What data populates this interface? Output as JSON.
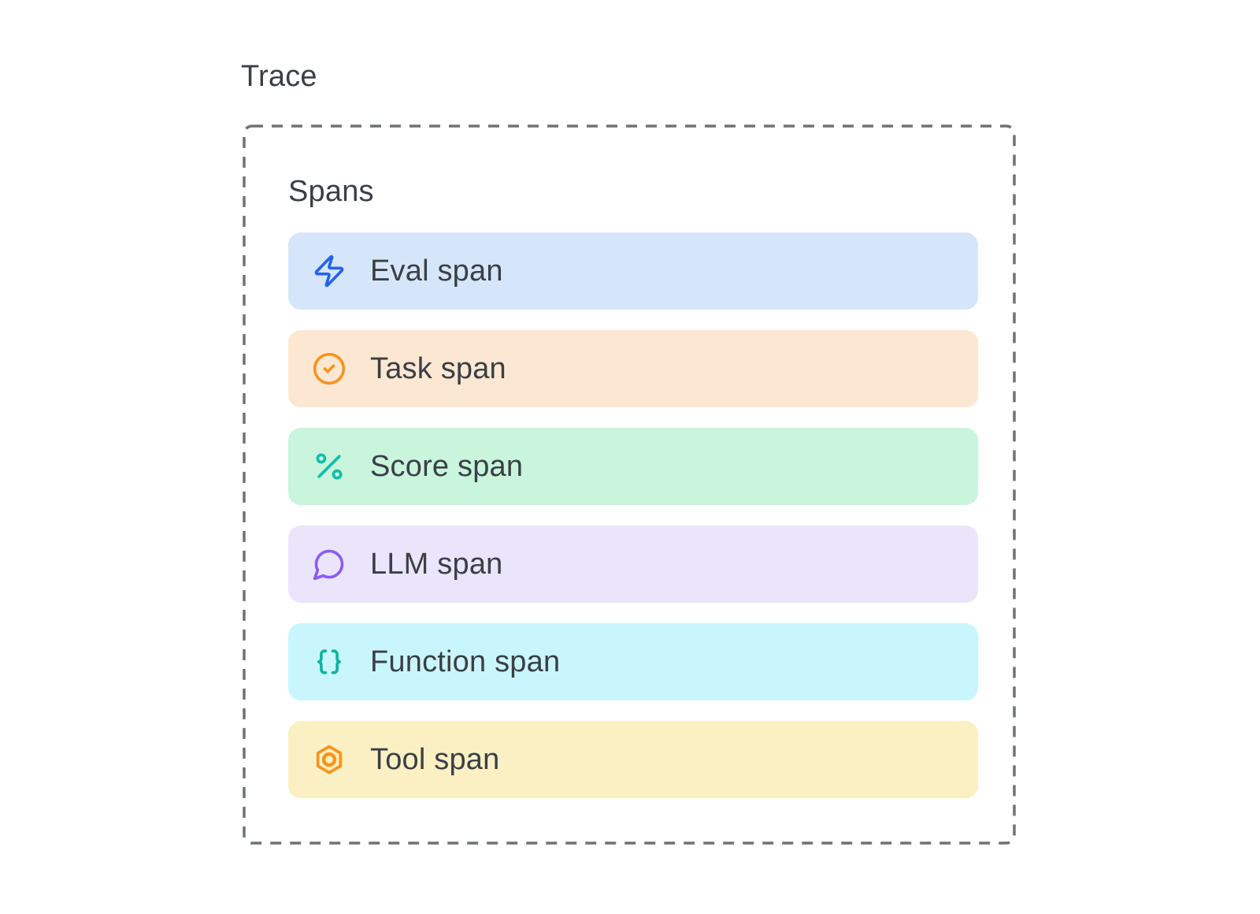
{
  "page": {
    "background": "#ffffff",
    "text_color": "#3a3f46"
  },
  "diagram": {
    "title": "Trace",
    "container": {
      "label": "Spans",
      "border_color": "#6e7276",
      "rows": [
        {
          "label": "Eval span",
          "icon": "zap-icon",
          "bg": "#d6e6fa",
          "icon_color": "#2563eb"
        },
        {
          "label": "Task span",
          "icon": "circle-check-icon",
          "bg": "#fce8d2",
          "icon_color": "#f7941d"
        },
        {
          "label": "Score span",
          "icon": "percent-icon",
          "bg": "#c8f5dc",
          "icon_color": "#10bfa9"
        },
        {
          "label": "LLM span",
          "icon": "message-circle-icon",
          "bg": "#eae5fa",
          "icon_color": "#8b5cf6"
        },
        {
          "label": "Function span",
          "icon": "braces-icon",
          "bg": "#c9f6fc",
          "icon_color": "#10b3a0"
        },
        {
          "label": "Tool span",
          "icon": "nut-hexagon-icon",
          "bg": "#faf0c3",
          "icon_color": "#f7941d"
        }
      ]
    }
  }
}
